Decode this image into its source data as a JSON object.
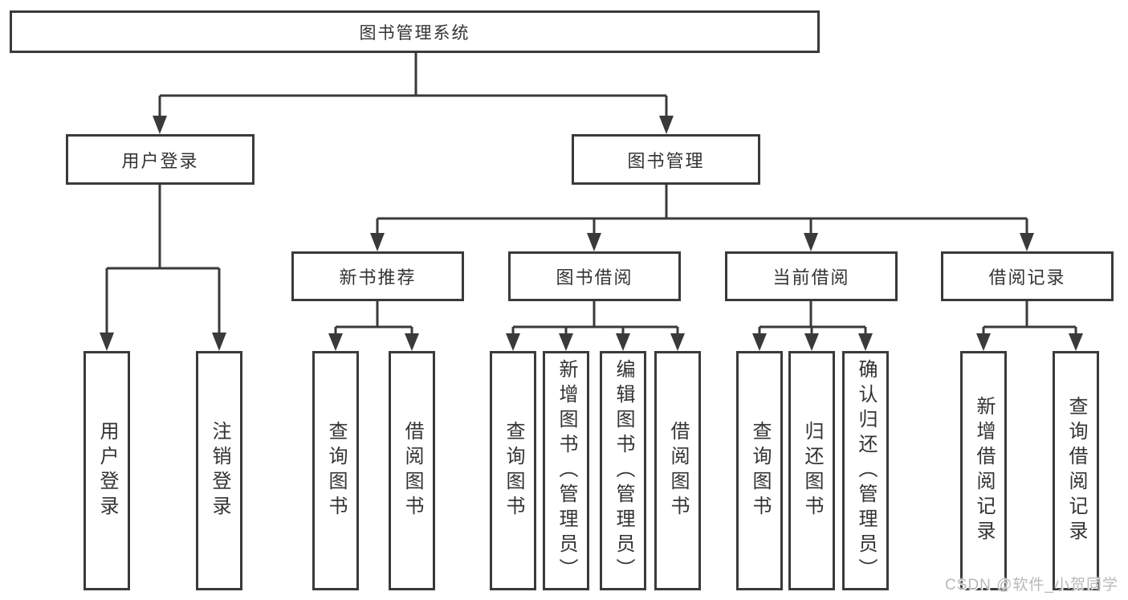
{
  "diagram": {
    "root": {
      "label": "图书管理系统"
    },
    "level2": [
      {
        "label": "用户登录"
      },
      {
        "label": "图书管理"
      }
    ],
    "level3": [
      {
        "label": "新书推荐"
      },
      {
        "label": "图书借阅"
      },
      {
        "label": "当前借阅"
      },
      {
        "label": "借阅记录"
      }
    ],
    "leaves": [
      {
        "label": "用户登录"
      },
      {
        "label": "注销登录"
      },
      {
        "label": "查询图书"
      },
      {
        "label": "借阅图书"
      },
      {
        "label": "查询图书"
      },
      {
        "label": "新增图书（管理员）"
      },
      {
        "label": "编辑图书（管理员）"
      },
      {
        "label": "借阅图书"
      },
      {
        "label": "查询图书"
      },
      {
        "label": "归还图书"
      },
      {
        "label": "确认归还（管理员）"
      },
      {
        "label": "新增借阅记录"
      },
      {
        "label": "查询借阅记录"
      }
    ],
    "colors": {
      "line": "#3a3a3a",
      "text": "#333333",
      "watermark": "#b9b9b9"
    }
  },
  "watermark": {
    "text": "CSDN @软件_小贺同学"
  }
}
